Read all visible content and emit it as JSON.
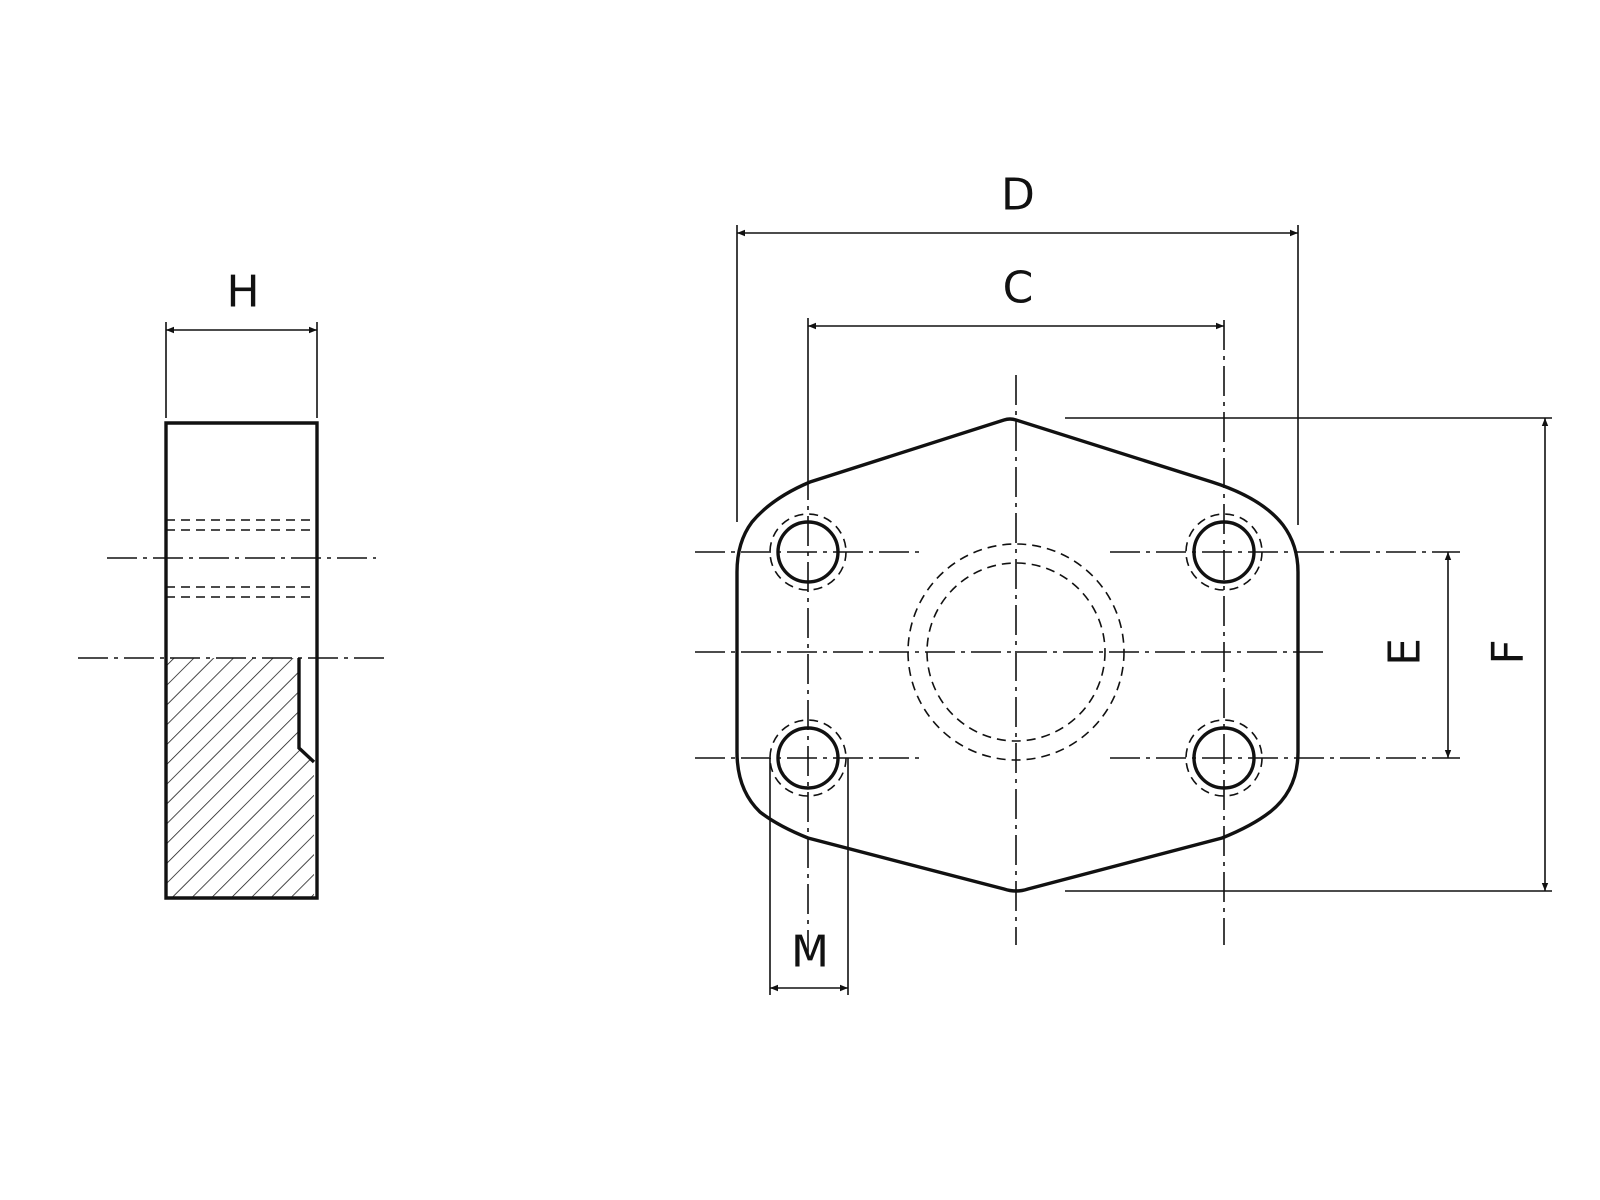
{
  "dimensions": {
    "D": "D",
    "C": "C",
    "H": "H",
    "E": "E",
    "F": "F",
    "M": "M"
  }
}
